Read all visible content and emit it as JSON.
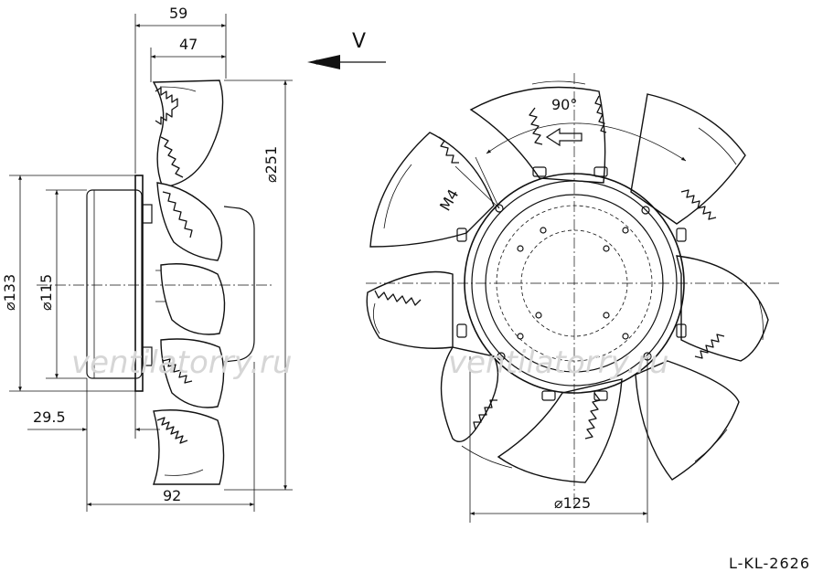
{
  "drawing": {
    "reference": "L-KL-2626",
    "watermark": "ventilatorry.ru",
    "airflow_label": "V",
    "angle_label": "90°",
    "thread_label": "M4",
    "dimensions": {
      "depth_total": "59",
      "depth_blade": "47",
      "diameter_impeller": "⌀251",
      "diameter_flange": "⌀133",
      "diameter_motor": "⌀115",
      "offset": "29.5",
      "length_total": "92",
      "bolt_circle": "⌀125"
    }
  }
}
